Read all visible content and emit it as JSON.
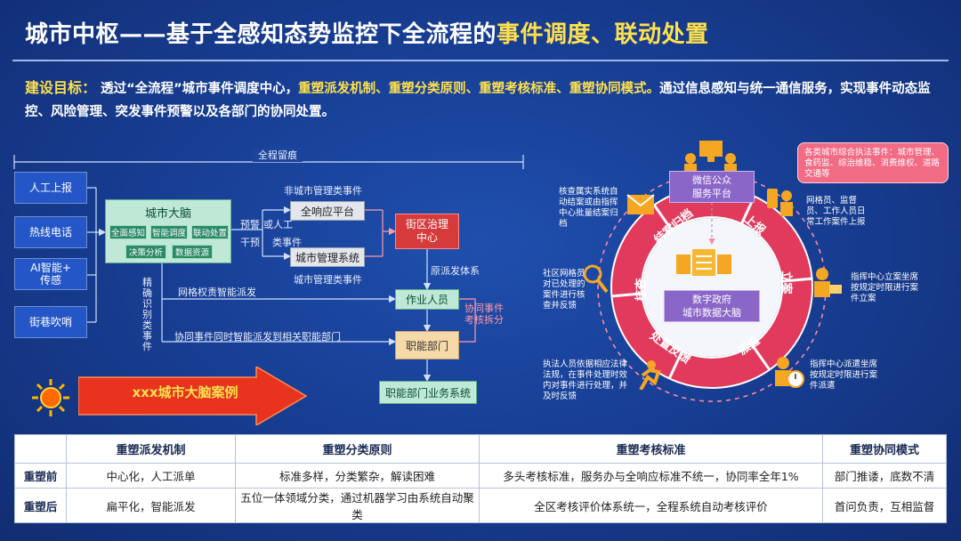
{
  "title": {
    "main": "城市中枢——基于全感知态势监控下全流程的",
    "highlight": "事件调度、联动处置"
  },
  "goal": {
    "label": "建设目标：",
    "text1": "透过“全流程”城市事件调度中心，",
    "highlight": "重塑派发机制、重塑分类原则、重塑考核标准、重塑协同模式。",
    "text2": "通过信息感知与统一通信服务，实现事件动态监控、风险管理、突发事件预警以及各部门的协同处置。"
  },
  "left_diagram": {
    "trace": "全程留痕",
    "sources": [
      "人工上报",
      "热线电话",
      "AI智能+\n传感",
      "街巷吹哨"
    ],
    "brain": {
      "title": "城市大脑",
      "chips": [
        "全面感知",
        "智能调度",
        "联动处置",
        "决策分析",
        "数据资源"
      ]
    },
    "labels": {
      "non_city": "非城市管理类事件",
      "city": "城市管理类事件",
      "warn": "预警",
      "or_human": "或人工",
      "intervene": "干预",
      "class_event": "类事件",
      "grid": "网格权责智能派发",
      "precise": "精确识别类事件",
      "coord_dispatch": "协同事件同时智能派发到相关职能部门",
      "grid_system": "原派发体系",
      "coord_split": "协同事件\n考核拆分"
    },
    "nodes": {
      "hotline_platform": "全响应平台",
      "city_system": "城市管理系统",
      "street_center": "街区治理\n中心",
      "worker": "作业人员",
      "department": "职能部门",
      "dept_system": "职能部门业务系统"
    },
    "case_banner": "xxx城市大脑案例"
  },
  "cycle": {
    "top_box": "微信公众\n服务平台",
    "center_box": "数字政府\n城市数据大脑",
    "segments": [
      "上报",
      "立案",
      "派遣",
      "处置反馈",
      "核查",
      "结案归档"
    ],
    "bubble": "各类城市综合执法事件：城市管理、食药监、综治维稳、消费维权、道路交通等",
    "notes": {
      "report": "网格员、监督员、工作人员日常工作案件上报",
      "file": "指挥中心立案坐席按规定时限进行案件立案",
      "dispatch": "指挥中心派遣坐席按规定时限进行案件派遣",
      "feedback": "执法人员依据相应法律法规，在事件处理时效内对事件进行处理，并及时反馈",
      "verify": "社区网格员对已处理的案件进行核查并反馈",
      "archive": "核查属实系统自动结案或由指挥中心批量结案归档"
    }
  },
  "table": {
    "headers": [
      "",
      "重塑派发机制",
      "重塑分类原则",
      "重塑考核标准",
      "重塑协同模式"
    ],
    "rows": [
      [
        "重塑前",
        "中心化，人工派单",
        "标准多样，分类繁杂，解读困难",
        "多头考核标准，服务办与全响应标准不统一，协同率全年1%",
        "部门推诿，底数不清"
      ],
      [
        "重塑后",
        "扁平化，智能派发",
        "五位一体领域分类，通过机器学习由系统自动聚类",
        "全区考核评价体系统一，全程系统自动考核评价",
        "首问负责，互相监督"
      ]
    ]
  },
  "colors": {
    "accent": "#ffe14d",
    "ring": "#e23a5c",
    "background": "#183f95"
  }
}
